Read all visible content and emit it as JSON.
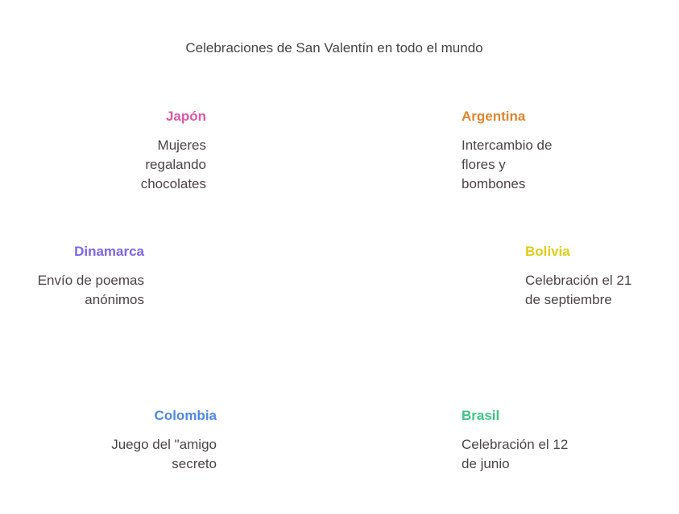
{
  "title": "Celebraciones de San Valentín en todo el mundo",
  "items": [
    {
      "country": "Japón",
      "description": [
        "Mujeres",
        "regalando",
        "chocolates"
      ],
      "color": "#DD57A8"
    },
    {
      "country": "Argentina",
      "description": [
        "Intercambio de",
        "flores y",
        "bombones"
      ],
      "color": "#DE8430"
    },
    {
      "country": "Dinamarca",
      "description": [
        "Envío de poemas",
        "anónimos"
      ],
      "color": "#7E65E6"
    },
    {
      "country": "Bolivia",
      "description": [
        "Celebración el 21",
        "de septiembre"
      ],
      "color": "#DFCC17"
    },
    {
      "country": "Colombia",
      "description": [
        "Juego del \"amigo",
        "secreto"
      ],
      "color": "#4F88E3"
    },
    {
      "country": "Brasil",
      "description": [
        "Celebración el 12",
        "de junio"
      ],
      "color": "#3EC584"
    }
  ]
}
